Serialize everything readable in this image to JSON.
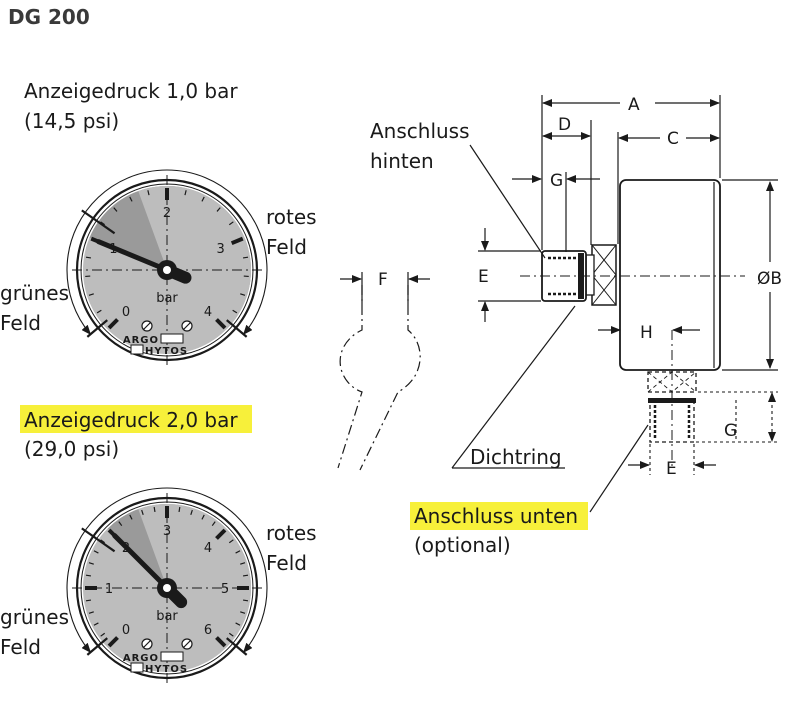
{
  "title": "DG 200",
  "gauge1": {
    "caption_line1": "Anzeigedruck 1,0 bar",
    "caption_line2": "(14,5 psi)",
    "highlighted": false,
    "scale_labels": [
      "0",
      "1",
      "2",
      "3",
      "4"
    ],
    "max_value": 4,
    "pointer_value": 1.0,
    "unit": "bar",
    "brand_top": "ARGO",
    "brand_bottom": "HYTOS",
    "green_label_1": "grünes",
    "green_label_2": "Feld",
    "red_label_1": "rotes",
    "red_label_2": "Feld"
  },
  "gauge2": {
    "caption_line1": "Anzeigedruck 2,0 bar",
    "caption_line2": "(29,0 psi)",
    "highlighted": true,
    "scale_labels": [
      "0",
      "1",
      "2",
      "3",
      "4",
      "5",
      "6"
    ],
    "max_value": 6,
    "pointer_value": 2.0,
    "unit": "bar",
    "brand_top": "ARGO",
    "brand_bottom": "HYTOS",
    "green_label_1": "grünes",
    "green_label_2": "Feld",
    "red_label_1": "rotes",
    "red_label_2": "Feld"
  },
  "side_view": {
    "dim_A": "A",
    "dim_C": "C",
    "dim_D": "D",
    "dim_G_top": "G",
    "dim_E_left": "E",
    "dim_OB": "ØB",
    "dim_H": "H",
    "dim_G_bottom": "G",
    "dim_E_bottom": "E",
    "dim_F": "F",
    "label_back_1": "Anschluss",
    "label_back_2": "hinten",
    "label_seal": "Dichtring",
    "label_bottom_1": "Anschluss unten",
    "label_bottom_1_highlighted": true,
    "label_bottom_2": "(optional)"
  },
  "colors": {
    "highlight": "#f7f03a",
    "dial_light": "#e6e6e6",
    "dial_mid": "#bdbdbd",
    "dial_dark": "#9a9a9a"
  }
}
